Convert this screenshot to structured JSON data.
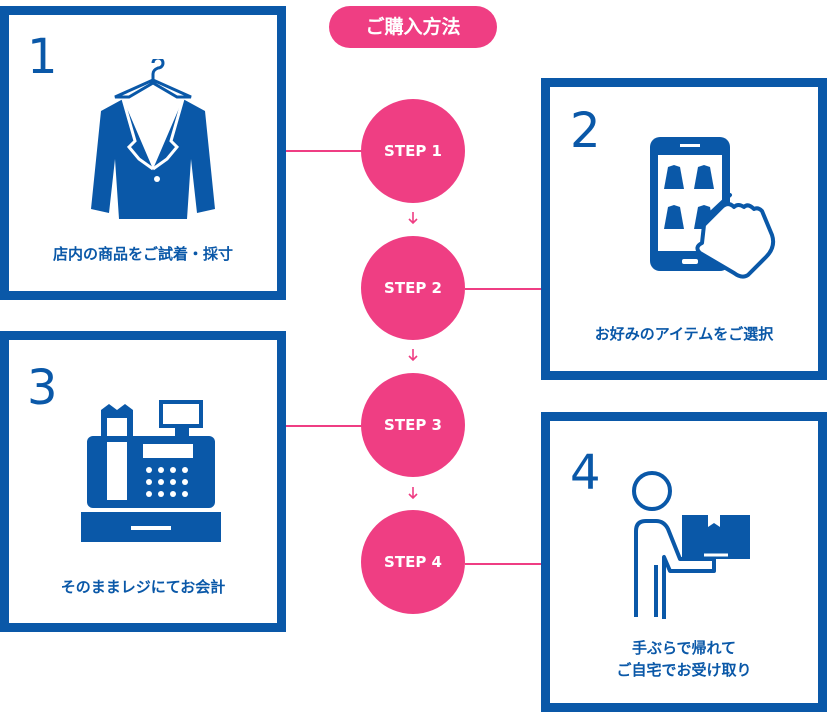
{
  "title": "ご購入方法",
  "steps": [
    {
      "label": "STEP 1",
      "number": "1",
      "caption_lines": [
        "店内の商品をご試着・採寸"
      ],
      "icon": "suit-jacket-icon"
    },
    {
      "label": "STEP 2",
      "number": "2",
      "caption_lines": [
        "お好みのアイテムをご選択"
      ],
      "icon": "smartphone-tap-icon"
    },
    {
      "label": "STEP 3",
      "number": "3",
      "caption_lines": [
        "そのままレジにてお会計"
      ],
      "icon": "cash-register-icon"
    },
    {
      "label": "STEP 4",
      "number": "4",
      "caption_lines": [
        "手ぶらで帰れて",
        "ご自宅でお受け取り"
      ],
      "icon": "person-with-box-icon"
    }
  ],
  "colors": {
    "accent": "#ef3e83",
    "primary": "#0a58a8"
  }
}
